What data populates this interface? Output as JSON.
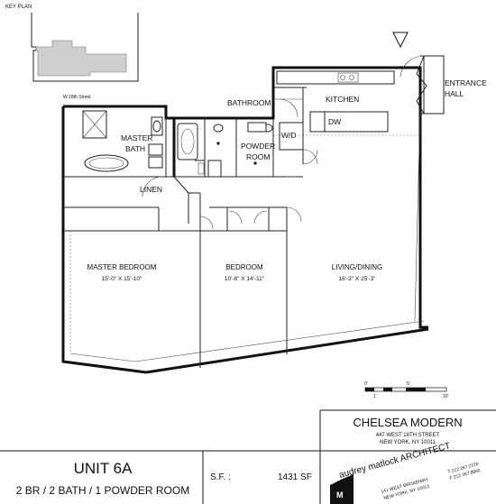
{
  "key_plan": {
    "label": "KEY PLAN"
  },
  "street": {
    "label": "W 18th Street"
  },
  "rooms": {
    "kitchen": "KITCHEN",
    "bathroom": "BATHROOM",
    "dw": "DW",
    "wd": "W/D",
    "powder": [
      "POWDER",
      "ROOM"
    ],
    "master_bath": [
      "MASTER",
      "BATH"
    ],
    "linen": "LINEN",
    "entrance": [
      "ENTRANCE",
      "HALL"
    ],
    "master_bedroom": {
      "name": "MASTER BEDROOM",
      "dims": "15'-0\" X 15'-10\""
    },
    "bedroom": {
      "name": "BEDROOM",
      "dims": "10'-8\" X 14'-11\""
    },
    "living": {
      "name": "LIVING/DINING",
      "dims": "16'-3\" X 25'-3\""
    }
  },
  "scale": {
    "top_labels": [
      "0'",
      "5'"
    ],
    "bottom_labels": [
      "1'",
      "10'"
    ]
  },
  "building": {
    "name": "CHELSEA MODERN",
    "address1": "447 WEST 18TH STREET",
    "address2": "NEW YORK, NY 10011"
  },
  "unit": {
    "title": "UNIT 6A",
    "subtitle": "2 BR / 2 BATH / 1 POWDER ROOM",
    "sf_label": "S.F. :",
    "sf_value": "1431 SF"
  },
  "architect": {
    "name": "audrey matlock ARCHITECT",
    "address1": "141 WEST BROADWAY",
    "address2": "NEW YORK, NY 10013",
    "phone": "T 212 267 2378",
    "fax": "F 212 267 8860"
  }
}
